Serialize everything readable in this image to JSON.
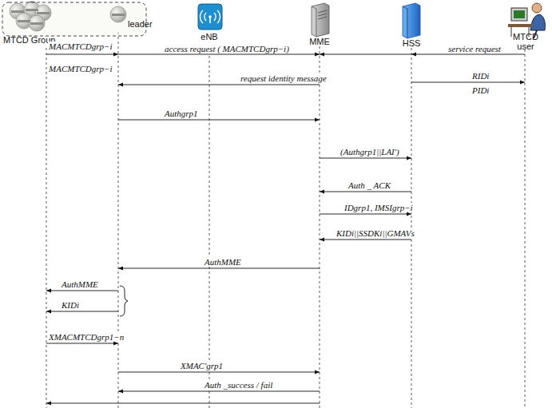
{
  "diagram": {
    "nodes": [
      {
        "text": [
          "MTCD Group"
        ]
      },
      {
        "text": [
          "leader"
        ],
        "in": 0
      },
      {
        "text": [
          "eNB"
        ]
      },
      {
        "text": [
          "MME"
        ]
      },
      {
        "text": [
          "HSS"
        ]
      },
      {
        "text": [
          "MTCD user"
        ]
      }
    ],
    "edges": [
      {
        "from": 0,
        "to": 1,
        "arrow": "to",
        "label": "MACMTCDgrp−i"
      },
      {
        "from": 1,
        "to": 3,
        "arrow": "to",
        "label": "access request ( MACMTCDgrp−i)"
      },
      {
        "from": 4,
        "to": 3,
        "arrow": "to"
      },
      {
        "from": 5,
        "to": 4,
        "arrow": "to",
        "label": "service request"
      },
      {
        "from": 3,
        "to": 1,
        "arrow": "to",
        "label": "request identity message"
      },
      {
        "from": 4,
        "to": 5,
        "arrow": "to",
        "label": "RIDi"
      },
      {
        "from": 1,
        "to": 3,
        "arrow": "to",
        "label": "Authgrp1"
      },
      {
        "from": 3,
        "to": 4,
        "arrow": "to",
        "label": "(Authgrp1||LAI')"
      },
      {
        "from": 4,
        "to": 3,
        "arrow": "to",
        "label": "Auth _ ACK"
      },
      {
        "from": 3,
        "to": 4,
        "arrow": "to",
        "label": "IDgrp1, IMSIgrp−i"
      },
      {
        "from": 4,
        "to": 3,
        "arrow": "to",
        "label": "KIDi||SSDKi||GMAVs"
      },
      {
        "from": 3,
        "to": 1,
        "arrow": "to",
        "label": "AuthMME"
      },
      {
        "from": 1,
        "to": 0,
        "arrow": "to",
        "label": "AuthMME"
      },
      {
        "from": 1,
        "to": 0,
        "arrow": "to",
        "label": "KIDi"
      },
      {
        "from": 0,
        "to": 1,
        "arrow": "to",
        "label": "XMACMTCDgrp1−n"
      },
      {
        "from": 1,
        "to": 3,
        "arrow": "to",
        "label": "XMAC'grp1"
      },
      {
        "from": 3,
        "to": 1,
        "arrow": "to",
        "label": "Auth _success / fail"
      },
      {
        "from": 3,
        "to": 0,
        "arrow": "to"
      }
    ],
    "labels": [
      "MACMTCDgrp−i",
      "PIDi"
    ]
  }
}
